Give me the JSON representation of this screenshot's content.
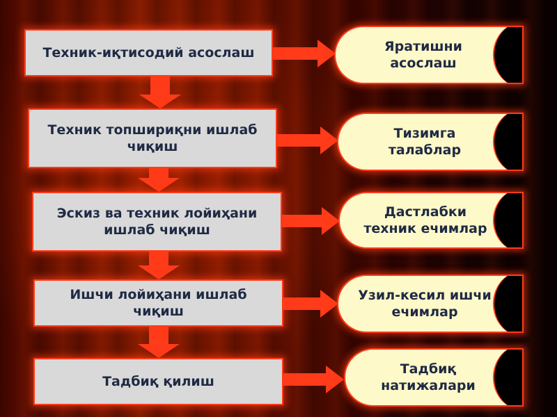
{
  "steps": [
    {
      "label": "Техник-иқтисодий асослаш",
      "result": "Яратишни асослаш"
    },
    {
      "label": "Техник топшириқни ишлаб чиқиш",
      "result": "Тизимга талаблар"
    },
    {
      "label": "Эскиз ва техник лойиҳани ишлаб чиқиш",
      "result": "Дастлабки техник ечимлар"
    },
    {
      "label": "Ишчи лойиҳани ишлаб чиқиш",
      "result": "Узил-кесил ишчи ечимлар"
    },
    {
      "label": "Тадбиқ қилиш",
      "result": "Тадбиқ натижалари"
    }
  ],
  "colors": {
    "step_fill": "#d9d9d9",
    "result_fill": "#fef9c8",
    "arrow": "#ff3b1a",
    "text": "#1f2a44"
  }
}
